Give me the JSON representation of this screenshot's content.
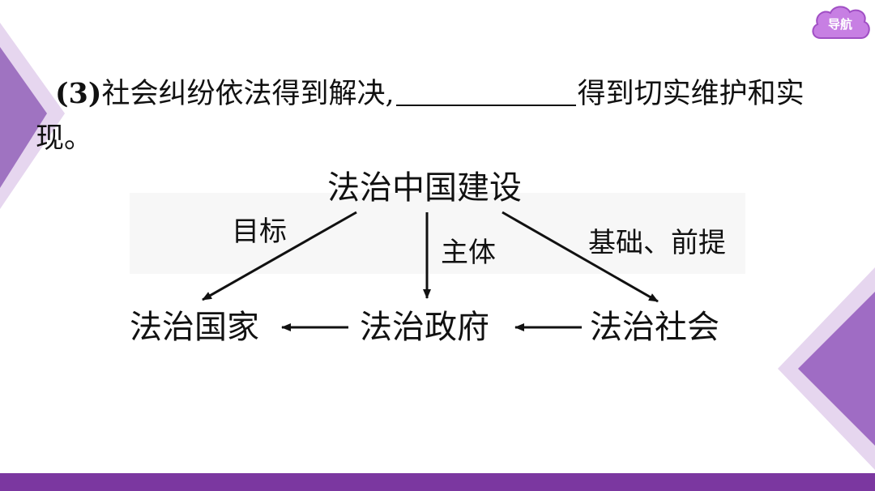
{
  "nav": {
    "label": "导航",
    "icon": "cloud-icon"
  },
  "question": {
    "number": "(3)",
    "text_before": "社会纠纷依法得到解决,",
    "text_after": "得到切实维护和实现。"
  },
  "diagram": {
    "nodes": {
      "top": "法治中国建设",
      "left": "法治国家",
      "center": "法治政府",
      "right": "法治社会"
    },
    "edges": {
      "left": "目标",
      "center": "主体",
      "right": "基础、前提"
    }
  },
  "colors": {
    "accent": "#7b37a0",
    "decoration_light": "#c9a6dc",
    "decoration_mid": "#9c6bc0",
    "nav_fill": "#c77fe3"
  }
}
